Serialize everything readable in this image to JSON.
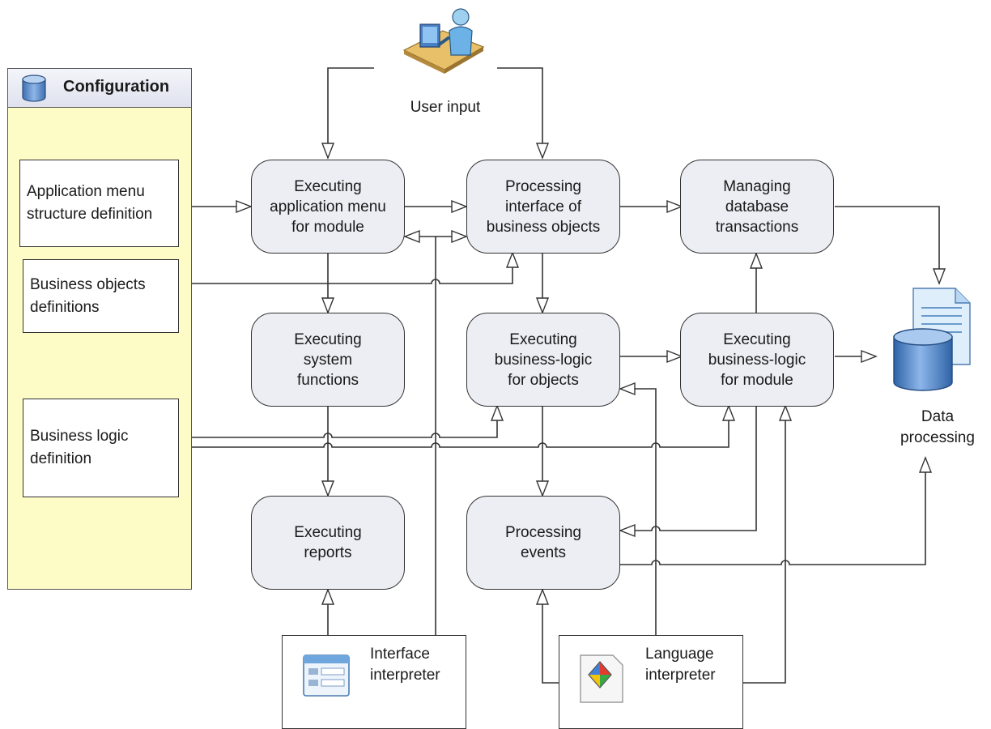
{
  "config": {
    "title": "Configuration",
    "icon": "database-icon",
    "definitions": [
      {
        "id": "menu",
        "label": "Application menu\nstructure definition"
      },
      {
        "id": "objects",
        "label": "Business objects\ndefinitions"
      },
      {
        "id": "logic",
        "label": "Business logic\ndefinition"
      }
    ]
  },
  "user": {
    "label": "User input",
    "icon": "user-at-computer-icon"
  },
  "processes": [
    {
      "id": "exec-menu",
      "label": "Executing\napplication menu\nfor module"
    },
    {
      "id": "proc-interface",
      "label": "Processing\ninterface of\nbusiness objects"
    },
    {
      "id": "db-transactions",
      "label": "Managing\ndatabase\ntransactions"
    },
    {
      "id": "system-functions",
      "label": "Executing\nsystem\nfunctions"
    },
    {
      "id": "logic-objects",
      "label": "Executing\nbusiness-logic\nfor objects"
    },
    {
      "id": "logic-module",
      "label": "Executing\nbusiness-logic\nfor module"
    },
    {
      "id": "reports",
      "label": "Executing\nreports"
    },
    {
      "id": "events",
      "label": "Processing\nevents"
    }
  ],
  "data_processing": {
    "label": "Data\nprocessing",
    "icon": "database-document-icon"
  },
  "interpreters": [
    {
      "id": "interface",
      "label": "Interface\ninterpreter",
      "icon": "form-window-icon"
    },
    {
      "id": "language",
      "label": "Language\ninterpreter",
      "icon": "colored-diamond-icon"
    }
  ],
  "colors": {
    "config_fill": "#fdfcc6",
    "process_fill": "#eceef4",
    "line": "#333333",
    "database_blue": "#5b8fd0"
  }
}
